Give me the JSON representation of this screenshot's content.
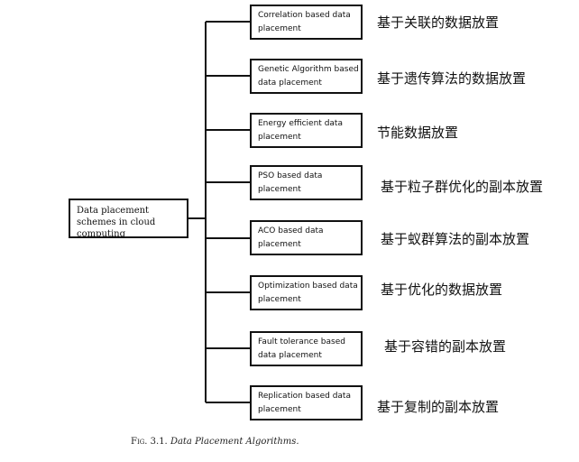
{
  "root": "Data placement schemes in cloud computing",
  "schemes": [
    {
      "en": "Correlation based data placement",
      "zh": "基于关联的数据放置"
    },
    {
      "en": "Genetic Algorithm based data placement",
      "zh": "基于遗传算法的数据放置"
    },
    {
      "en": "Energy efficient data placement",
      "zh": "节能数据放置"
    },
    {
      "en": "PSO based data placement",
      "zh": "基于粒子群优化的副本放置"
    },
    {
      "en": "ACO based data placement",
      "zh": "基于蚁群算法的副本放置"
    },
    {
      "en": "Optimization based data placement",
      "zh": "基于优化的数据放置"
    },
    {
      "en": "Fault tolerance based data placement",
      "zh": "基于容错的副本放置"
    },
    {
      "en": "Replication based data placement",
      "zh": "基于复制的副本放置"
    }
  ],
  "caption": {
    "label": "Fig. 3.1.",
    "text": "Data Placement Algorithms."
  }
}
